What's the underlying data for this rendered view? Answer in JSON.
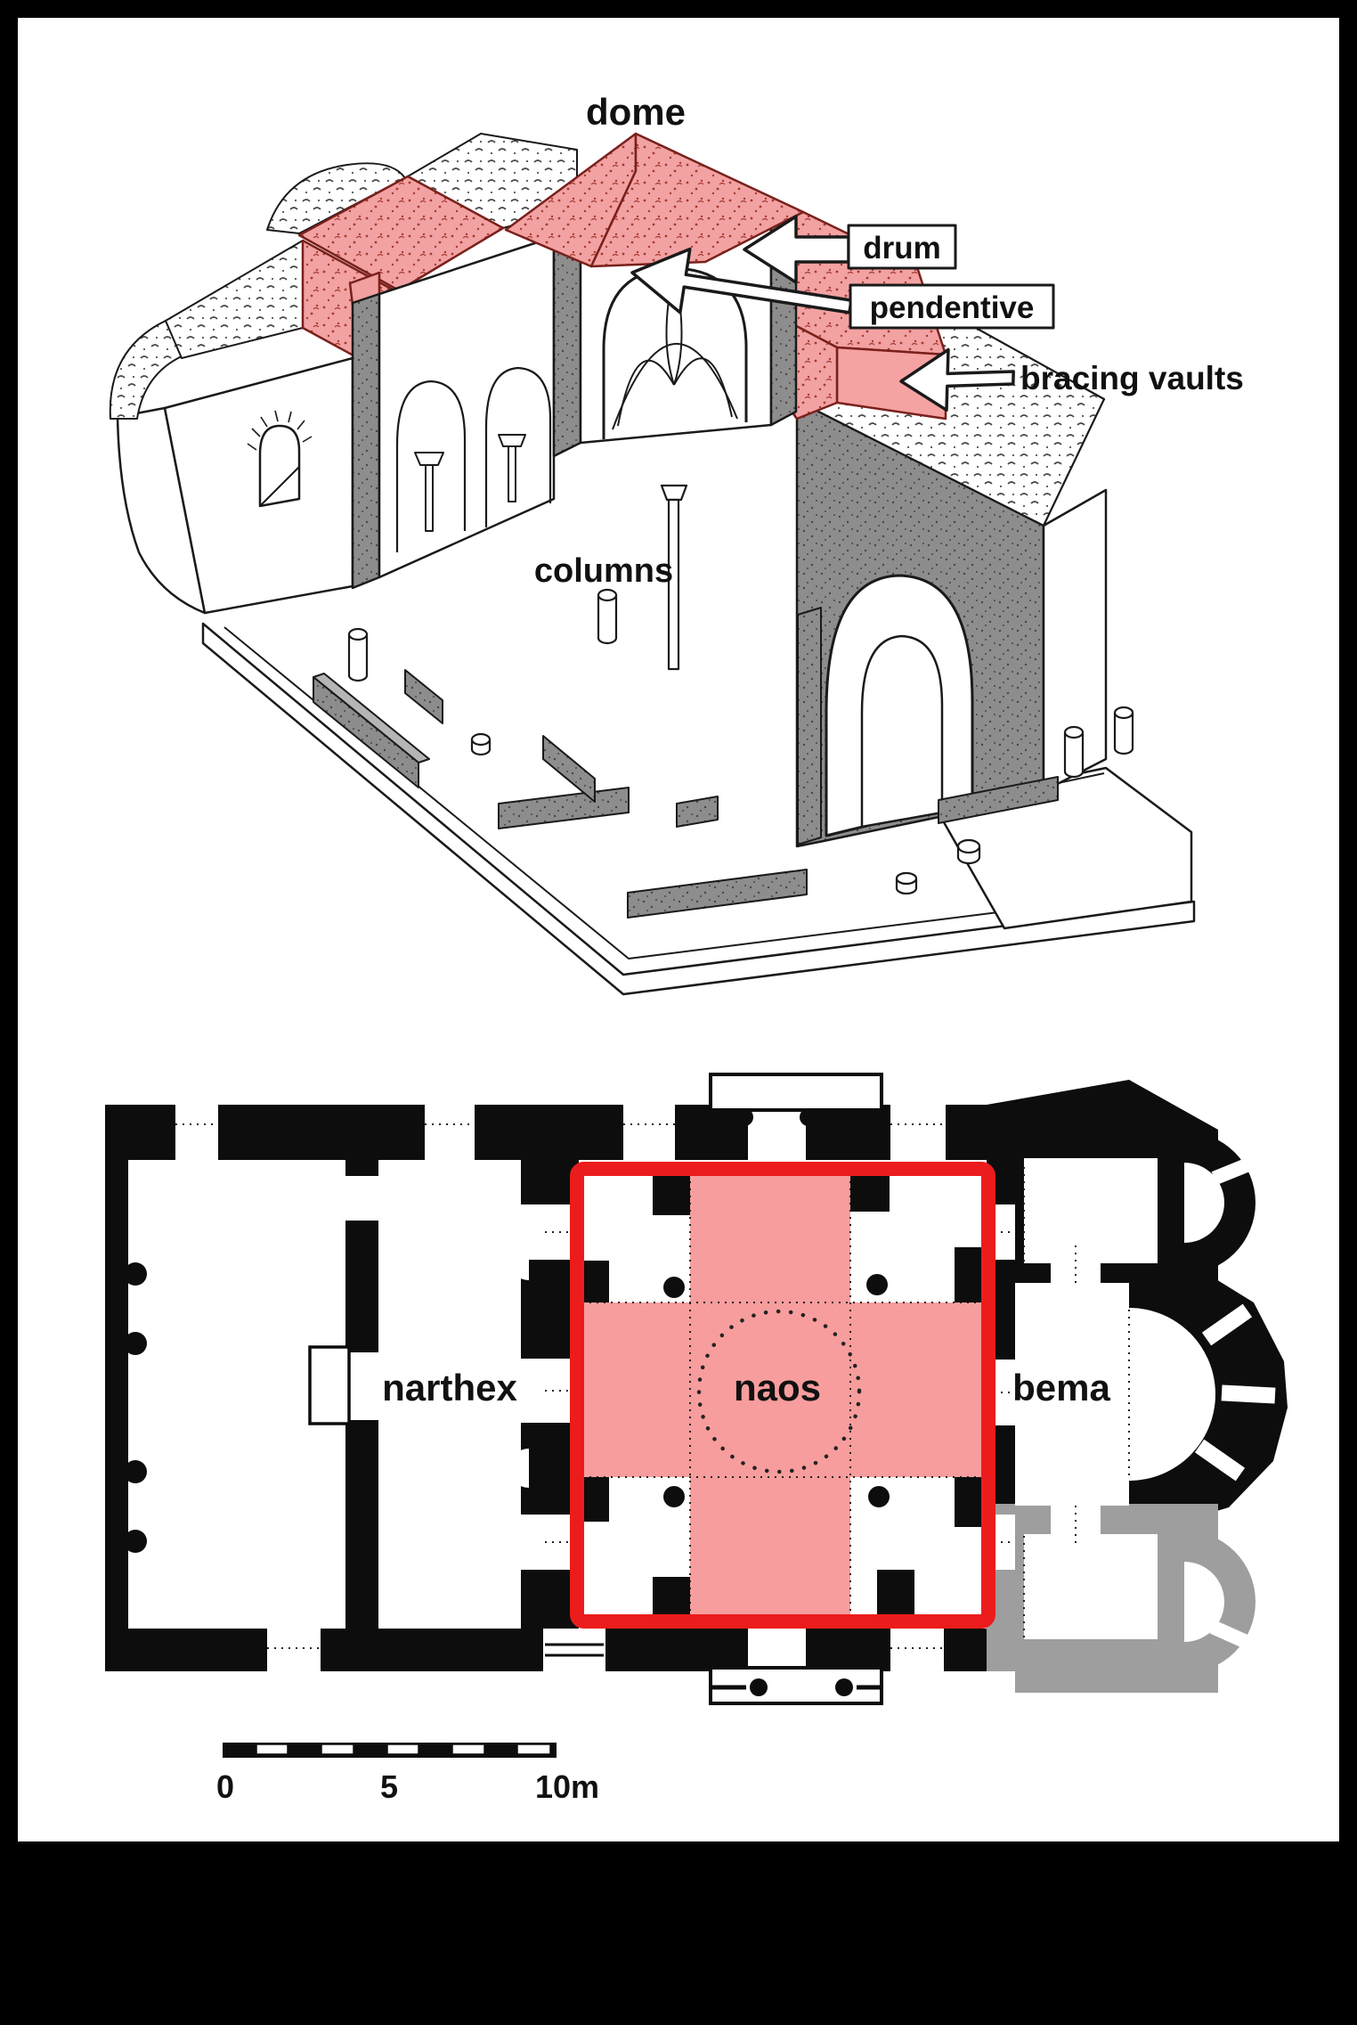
{
  "axonometric": {
    "labels": {
      "dome": "dome",
      "drum": "drum",
      "pendentive": "pendentive",
      "bracing_vaults": "bracing vaults",
      "columns": "columns"
    }
  },
  "floor_plan": {
    "labels": {
      "narthex": "narthex",
      "naos": "naos",
      "bema": "bema"
    }
  },
  "scale_bar": {
    "tick_start": "0",
    "tick_mid": "5",
    "tick_end": "10m"
  },
  "colors": {
    "highlight_pink": "#f79d9d",
    "roof_pink": "#f2a2a2",
    "red_outline": "#ec1c1c",
    "speckle_red": "#a83a32",
    "maroon_edge": "#7a201c",
    "cut_gray": "#8d8d8d",
    "ruin_gray": "#9e9e9e",
    "panel_white": "#ffffff",
    "frame_black": "#000000",
    "ink": "#1a1a1a"
  }
}
